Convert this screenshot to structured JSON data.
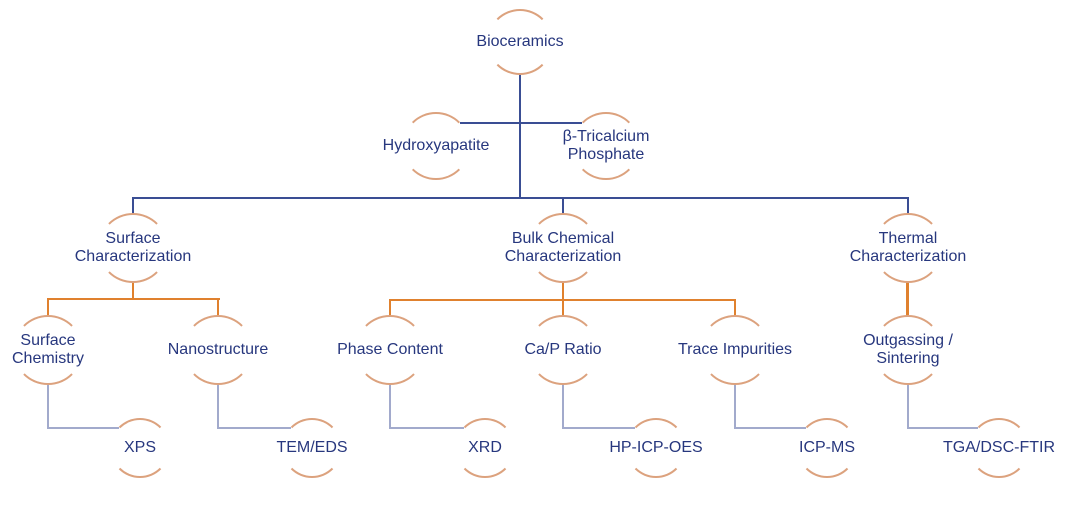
{
  "diagram": {
    "root": {
      "label": "Bioceramics"
    },
    "materials": [
      {
        "label": "Hydroxyapatite"
      },
      {
        "label": "β-Tricalcium Phosphate"
      }
    ],
    "branches": [
      {
        "label": "Surface Characterization",
        "children": [
          {
            "label": "Surface Chemistry",
            "technique": {
              "label": "XPS"
            }
          },
          {
            "label": "Nanostructure",
            "technique": {
              "label": "TEM/EDS"
            }
          }
        ]
      },
      {
        "label": "Bulk Chemical Characterization",
        "children": [
          {
            "label": "Phase Content",
            "technique": {
              "label": "XRD"
            }
          },
          {
            "label": "Ca/P Ratio",
            "technique": {
              "label": "HP-ICP-OES"
            }
          },
          {
            "label": "Trace Impurities",
            "technique": {
              "label": "ICP-MS"
            }
          }
        ]
      },
      {
        "label": "Thermal Characterization",
        "children": [
          {
            "label": "Outgassing / Sintering",
            "technique": {
              "label": "TGA/DSC-FTIR"
            }
          }
        ]
      }
    ],
    "colors": {
      "node_text": "#27377E",
      "node_arc": "#DCA27E",
      "connector_primary": "#3A4E94",
      "connector_secondary": "#E0812E",
      "connector_tertiary": "#A2AACC",
      "background": "#FFFFFF"
    }
  }
}
